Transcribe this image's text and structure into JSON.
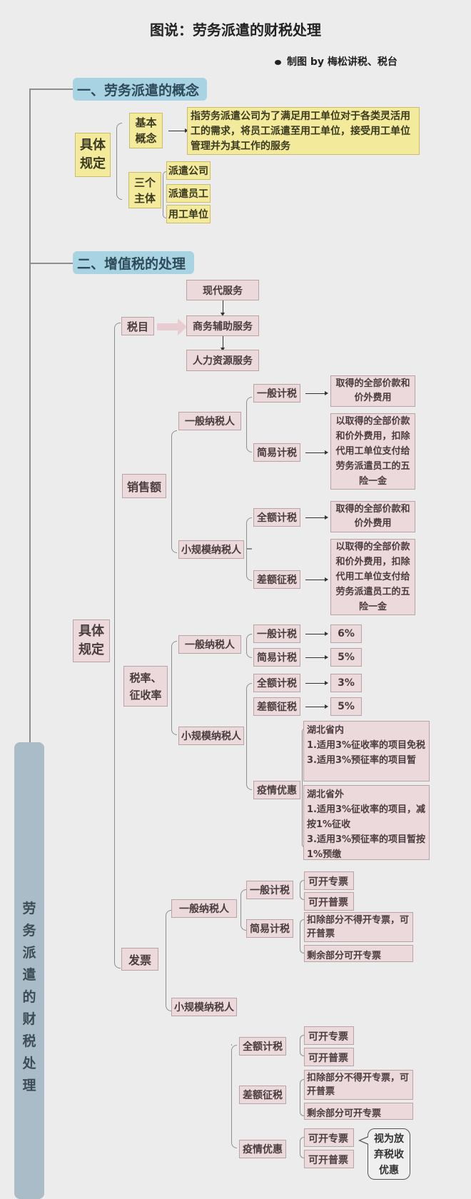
{
  "title": "图说：劳务派遣的财税处理",
  "credit": "制图 by 梅松讲税、税台",
  "side_label": [
    "劳",
    "务",
    "派",
    "遣",
    "的",
    "财",
    "税",
    "处",
    "理"
  ],
  "section1": {
    "heading": "一、劳务派遣的概念",
    "root": "具体\n规定",
    "basic": {
      "label": "基本\n概念",
      "definition": "指劳务派遣公司为了满足用工单位对于各类灵活用工的需求，将员工派遣至用工单位，接受用工单位管理并为其工作的服务"
    },
    "subjects": {
      "label": "三个\n主体",
      "items": [
        "派遣公司",
        "派遣员工",
        "用工单位"
      ]
    }
  },
  "section2": {
    "heading": "二、增值税的处理",
    "root": "具体\n规定",
    "tax_item": {
      "label": "税目",
      "chain": [
        "现代服务",
        "商务辅助服务",
        "人力资源服务"
      ]
    },
    "sales": {
      "label": "销售额",
      "general": {
        "label": "一般纳税人",
        "methods": [
          {
            "label": "一般计税",
            "result": "取得的全部价款和价外费用"
          },
          {
            "label": "简易计税",
            "result": "以取得的全部价款和价外费用，扣除代用工单位支付给劳务派遣员工的五险一金"
          }
        ]
      },
      "small": {
        "label": "小规模纳税人",
        "methods": [
          {
            "label": "全额计税",
            "result": "取得的全部价款和价外费用"
          },
          {
            "label": "差额征税",
            "result": "以取得的全部价款和价外费用，扣除代用工单位支付给劳务派遣员工的五险一金"
          }
        ]
      }
    },
    "rate": {
      "label": "税率、\n征收率",
      "general": {
        "label": "一般纳税人",
        "methods": [
          {
            "label": "一般计税",
            "rate": "6%"
          },
          {
            "label": "简易计税",
            "rate": "5%"
          }
        ]
      },
      "small": {
        "label": "小规模纳税人",
        "methods": [
          {
            "label": "全额计税",
            "rate": "3%"
          },
          {
            "label": "差额征税",
            "rate": "5%"
          }
        ],
        "covid": {
          "label": "疫情优惠",
          "inside": "湖北省内\n1.适用3%征收率的项目免税\n3.适用3%预征率的项目暂",
          "outside": "湖北省外\n1.适用3%征收率的项目，减按1%征收\n3.适用3%预征率的项目暂按1%预缴"
        }
      }
    },
    "invoice": {
      "label": "发票",
      "general": {
        "label": "一般纳税人",
        "methods": [
          {
            "label": "一般计税",
            "items": [
              "可开专票",
              "可开普票"
            ]
          },
          {
            "label": "简易计税",
            "items": [
              "扣除部分不得开专票，可开普票",
              "剩余部分可开专票"
            ]
          }
        ]
      },
      "small": {
        "label": "小规模纳税人",
        "methods": [
          {
            "label": "全额计税",
            "items": [
              "可开专票",
              "可开普票"
            ]
          },
          {
            "label": "差额征税",
            "items": [
              "扣除部分不得开专票，可开普票",
              "剩余部分可开专票"
            ]
          },
          {
            "label": "疫情优惠",
            "items": [
              "可开专票",
              "可开普票"
            ],
            "note": "视为放弃税收优惠"
          }
        ]
      }
    }
  }
}
